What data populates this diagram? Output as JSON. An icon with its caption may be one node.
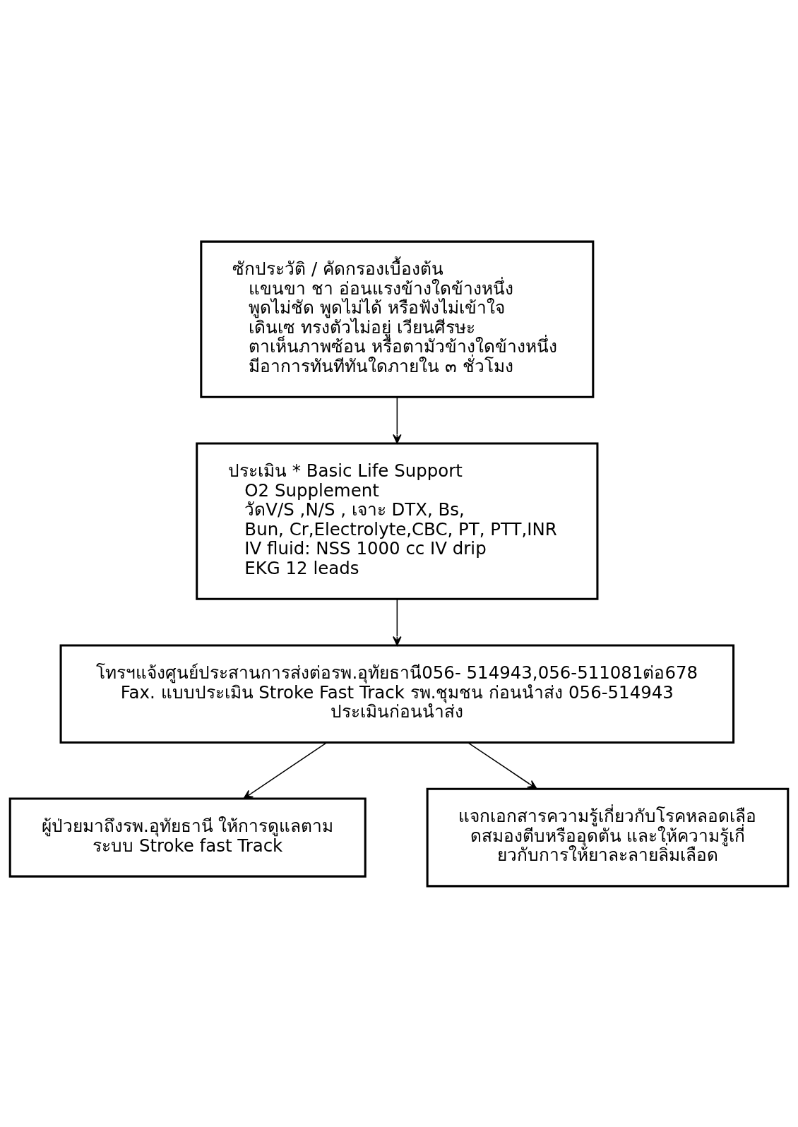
{
  "diagram": {
    "nodes": [
      {
        "text": [
          "ซักประวัติ / คัดกรองเบื้องต้น",
          "แขนขา ชา อ่อนแรงข้างใดข้างหนึ่ง",
          "พูดไม่ชัด พูดไม่ได้ หรือฟังไม่เข้าใจ",
          "เดินเซ ทรงตัวไม่อยู่ เวียนศีรษะ",
          "ตาเห็นภาพซ้อน หรือตามัวข้างใดข้างหนึ่ง",
          "มีอาการทันทีทันใดภายใน ๓ ชั่วโมง"
        ]
      },
      {
        "text": [
          "ประเมิน * Basic Life Support",
          "O2 Supplement",
          "วัดV/S ,N/S , เจาะ DTX, Bs,",
          "Bun, Cr,Electrolyte,CBC, PT, PTT,INR",
          "IV fluid: NSS 1000 cc IV drip",
          "EKG 12 leads"
        ]
      },
      {
        "text": [
          "โทรฯแจ้งศูนย์ประสานการส่งต่อรพ.อุทัยธานี056- 514943,056-511081ต่อ678 Fax. แบบประเมิน Stroke Fast Track รพ.ชุมชน ก่อนนำส่ง 056-514943 ประเมินก่อนนำส่ง"
        ]
      },
      {
        "text": [
          "ผู้ป่วยมาถึงรพ.อุทัยธานี ให้การดูแลตาม ระบบ Stroke fast Track"
        ]
      },
      {
        "text": [
          "แจกเอกสารความรู้เกี่ยวกับโรคหลอดเลือดสมองตีบหรืออุดตัน และให้ความรู้เกี่ยวกับการให้ยาละลายลิ่มเลือด"
        ]
      }
    ],
    "edges": [
      {
        "from": 0,
        "to": 1,
        "arrow": "to"
      },
      {
        "from": 1,
        "to": 2,
        "arrow": "to"
      },
      {
        "from": 2,
        "to": 3,
        "arrow": "to"
      },
      {
        "from": 2,
        "to": 4,
        "arrow": "to"
      }
    ]
  }
}
